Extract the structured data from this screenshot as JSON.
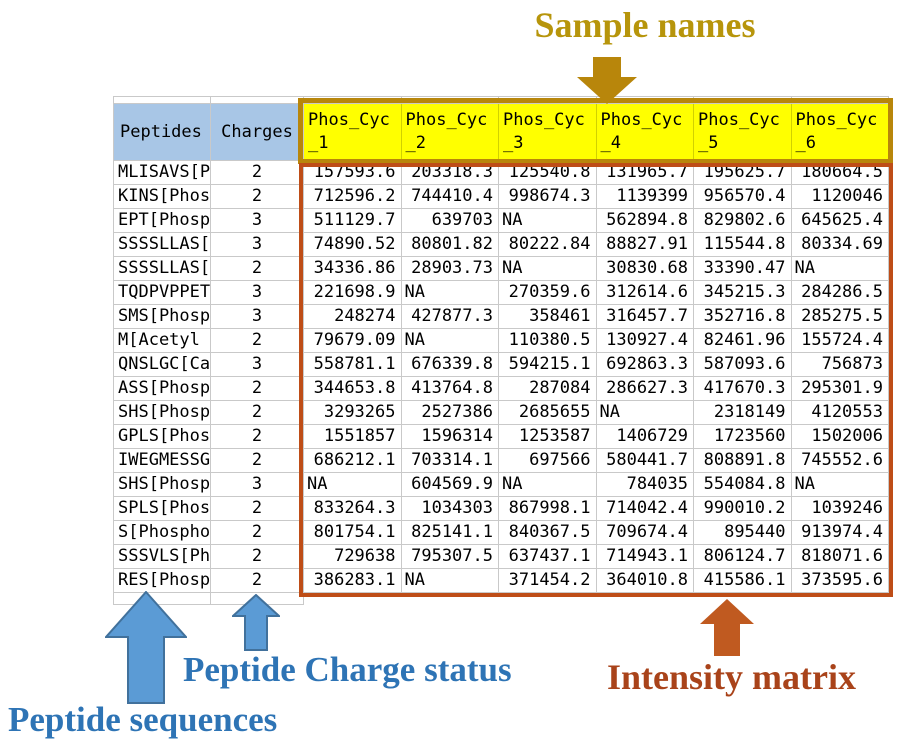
{
  "annotations": {
    "sample_names": {
      "label": "Sample names",
      "color": "#b7950b"
    },
    "peptide_sequences": {
      "label": "Peptide sequences",
      "color": "#2e74b5"
    },
    "peptide_charge": {
      "label": "Peptide Charge status",
      "color": "#2e74b5"
    },
    "intensity_matrix": {
      "label": "Intensity matrix",
      "color": "#a9431a"
    }
  },
  "colors": {
    "header_blue": "#a8c6e6",
    "header_yellow": "#ffff00",
    "yellow_frame_border": "#b8860b",
    "matrix_frame_border": "#be4d17",
    "blue_arrow_fill": "#5b9bd5",
    "blue_arrow_stroke": "#41719c",
    "orange_arrow_fill": "#c05a20",
    "gold_arrow_fill": "#b8860b",
    "gridline": "#c9c9c9"
  },
  "table": {
    "peptides_header": "Peptides",
    "charges_header": "Charges",
    "sample_columns": [
      {
        "line1": "Phos_Cyc",
        "line2": "_1"
      },
      {
        "line1": "Phos_Cyc",
        "line2": "_2"
      },
      {
        "line1": "Phos_Cyc",
        "line2": "_3"
      },
      {
        "line1": "Phos_Cyc",
        "line2": "_4"
      },
      {
        "line1": "Phos_Cyc",
        "line2": "_5"
      },
      {
        "line1": "Phos_Cyc",
        "line2": "_6"
      }
    ],
    "rows": [
      {
        "peptide": "MLISAVS[P",
        "charge": "2",
        "values": [
          "157593.6",
          "203318.3",
          "125540.8",
          "131965.7",
          "195625.7",
          "180664.5"
        ]
      },
      {
        "peptide": "KINS[Phos",
        "charge": "2",
        "values": [
          "712596.2",
          "744410.4",
          "998674.3",
          "1139399",
          "956570.4",
          "1120046"
        ]
      },
      {
        "peptide": "EPT[Phosp",
        "charge": "3",
        "values": [
          "511129.7",
          "639703",
          "NA",
          "562894.8",
          "829802.6",
          "645625.4"
        ]
      },
      {
        "peptide": "SSSSLLAS[",
        "charge": "3",
        "values": [
          "74890.52",
          "80801.82",
          "80222.84",
          "88827.91",
          "115544.8",
          "80334.69"
        ]
      },
      {
        "peptide": "SSSSLLAS[",
        "charge": "2",
        "values": [
          "34336.86",
          "28903.73",
          "NA",
          "30830.68",
          "33390.47",
          "NA"
        ]
      },
      {
        "peptide": "TQDPVPPET",
        "charge": "3",
        "values": [
          "221698.9",
          "NA",
          "270359.6",
          "312614.6",
          "345215.3",
          "284286.5"
        ]
      },
      {
        "peptide": "SMS[Phosp",
        "charge": "3",
        "values": [
          "248274",
          "427877.3",
          "358461",
          "316457.7",
          "352716.8",
          "285275.5"
        ]
      },
      {
        "peptide": "M[Acetyl",
        "charge": "2",
        "values": [
          "79679.09",
          "NA",
          "110380.5",
          "130927.4",
          "82461.96",
          "155724.4"
        ]
      },
      {
        "peptide": "QNSLGC[Ca",
        "charge": "3",
        "values": [
          "558781.1",
          "676339.8",
          "594215.1",
          "692863.3",
          "587093.6",
          "756873"
        ]
      },
      {
        "peptide": "ASS[Phosp",
        "charge": "2",
        "values": [
          "344653.8",
          "413764.8",
          "287084",
          "286627.3",
          "417670.3",
          "295301.9"
        ]
      },
      {
        "peptide": "SHS[Phosp",
        "charge": "2",
        "values": [
          "3293265",
          "2527386",
          "2685655",
          "NA",
          "2318149",
          "4120553"
        ]
      },
      {
        "peptide": "GPLS[Phos",
        "charge": "2",
        "values": [
          "1551857",
          "1596314",
          "1253587",
          "1406729",
          "1723560",
          "1502006"
        ]
      },
      {
        "peptide": "IWEGMESSG",
        "charge": "2",
        "values": [
          "686212.1",
          "703314.1",
          "697566",
          "580441.7",
          "808891.8",
          "745552.6"
        ]
      },
      {
        "peptide": "SHS[Phosp",
        "charge": "3",
        "values": [
          "NA",
          "604569.9",
          "NA",
          "784035",
          "554084.8",
          "NA"
        ]
      },
      {
        "peptide": "SPLS[Phos",
        "charge": "2",
        "values": [
          "833264.3",
          "1034303",
          "867998.1",
          "714042.4",
          "990010.2",
          "1039246"
        ]
      },
      {
        "peptide": "S[Phospho",
        "charge": "2",
        "values": [
          "801754.1",
          "825141.1",
          "840367.5",
          "709674.4",
          "895440",
          "913974.4"
        ]
      },
      {
        "peptide": "SSSVLS[Ph",
        "charge": "2",
        "values": [
          "729638",
          "795307.5",
          "637437.1",
          "714943.1",
          "806124.7",
          "818071.6"
        ]
      },
      {
        "peptide": "RES[Phosp",
        "charge": "2",
        "values": [
          "386283.1",
          "NA",
          "371454.2",
          "364010.8",
          "415586.1",
          "373595.6"
        ]
      }
    ]
  }
}
